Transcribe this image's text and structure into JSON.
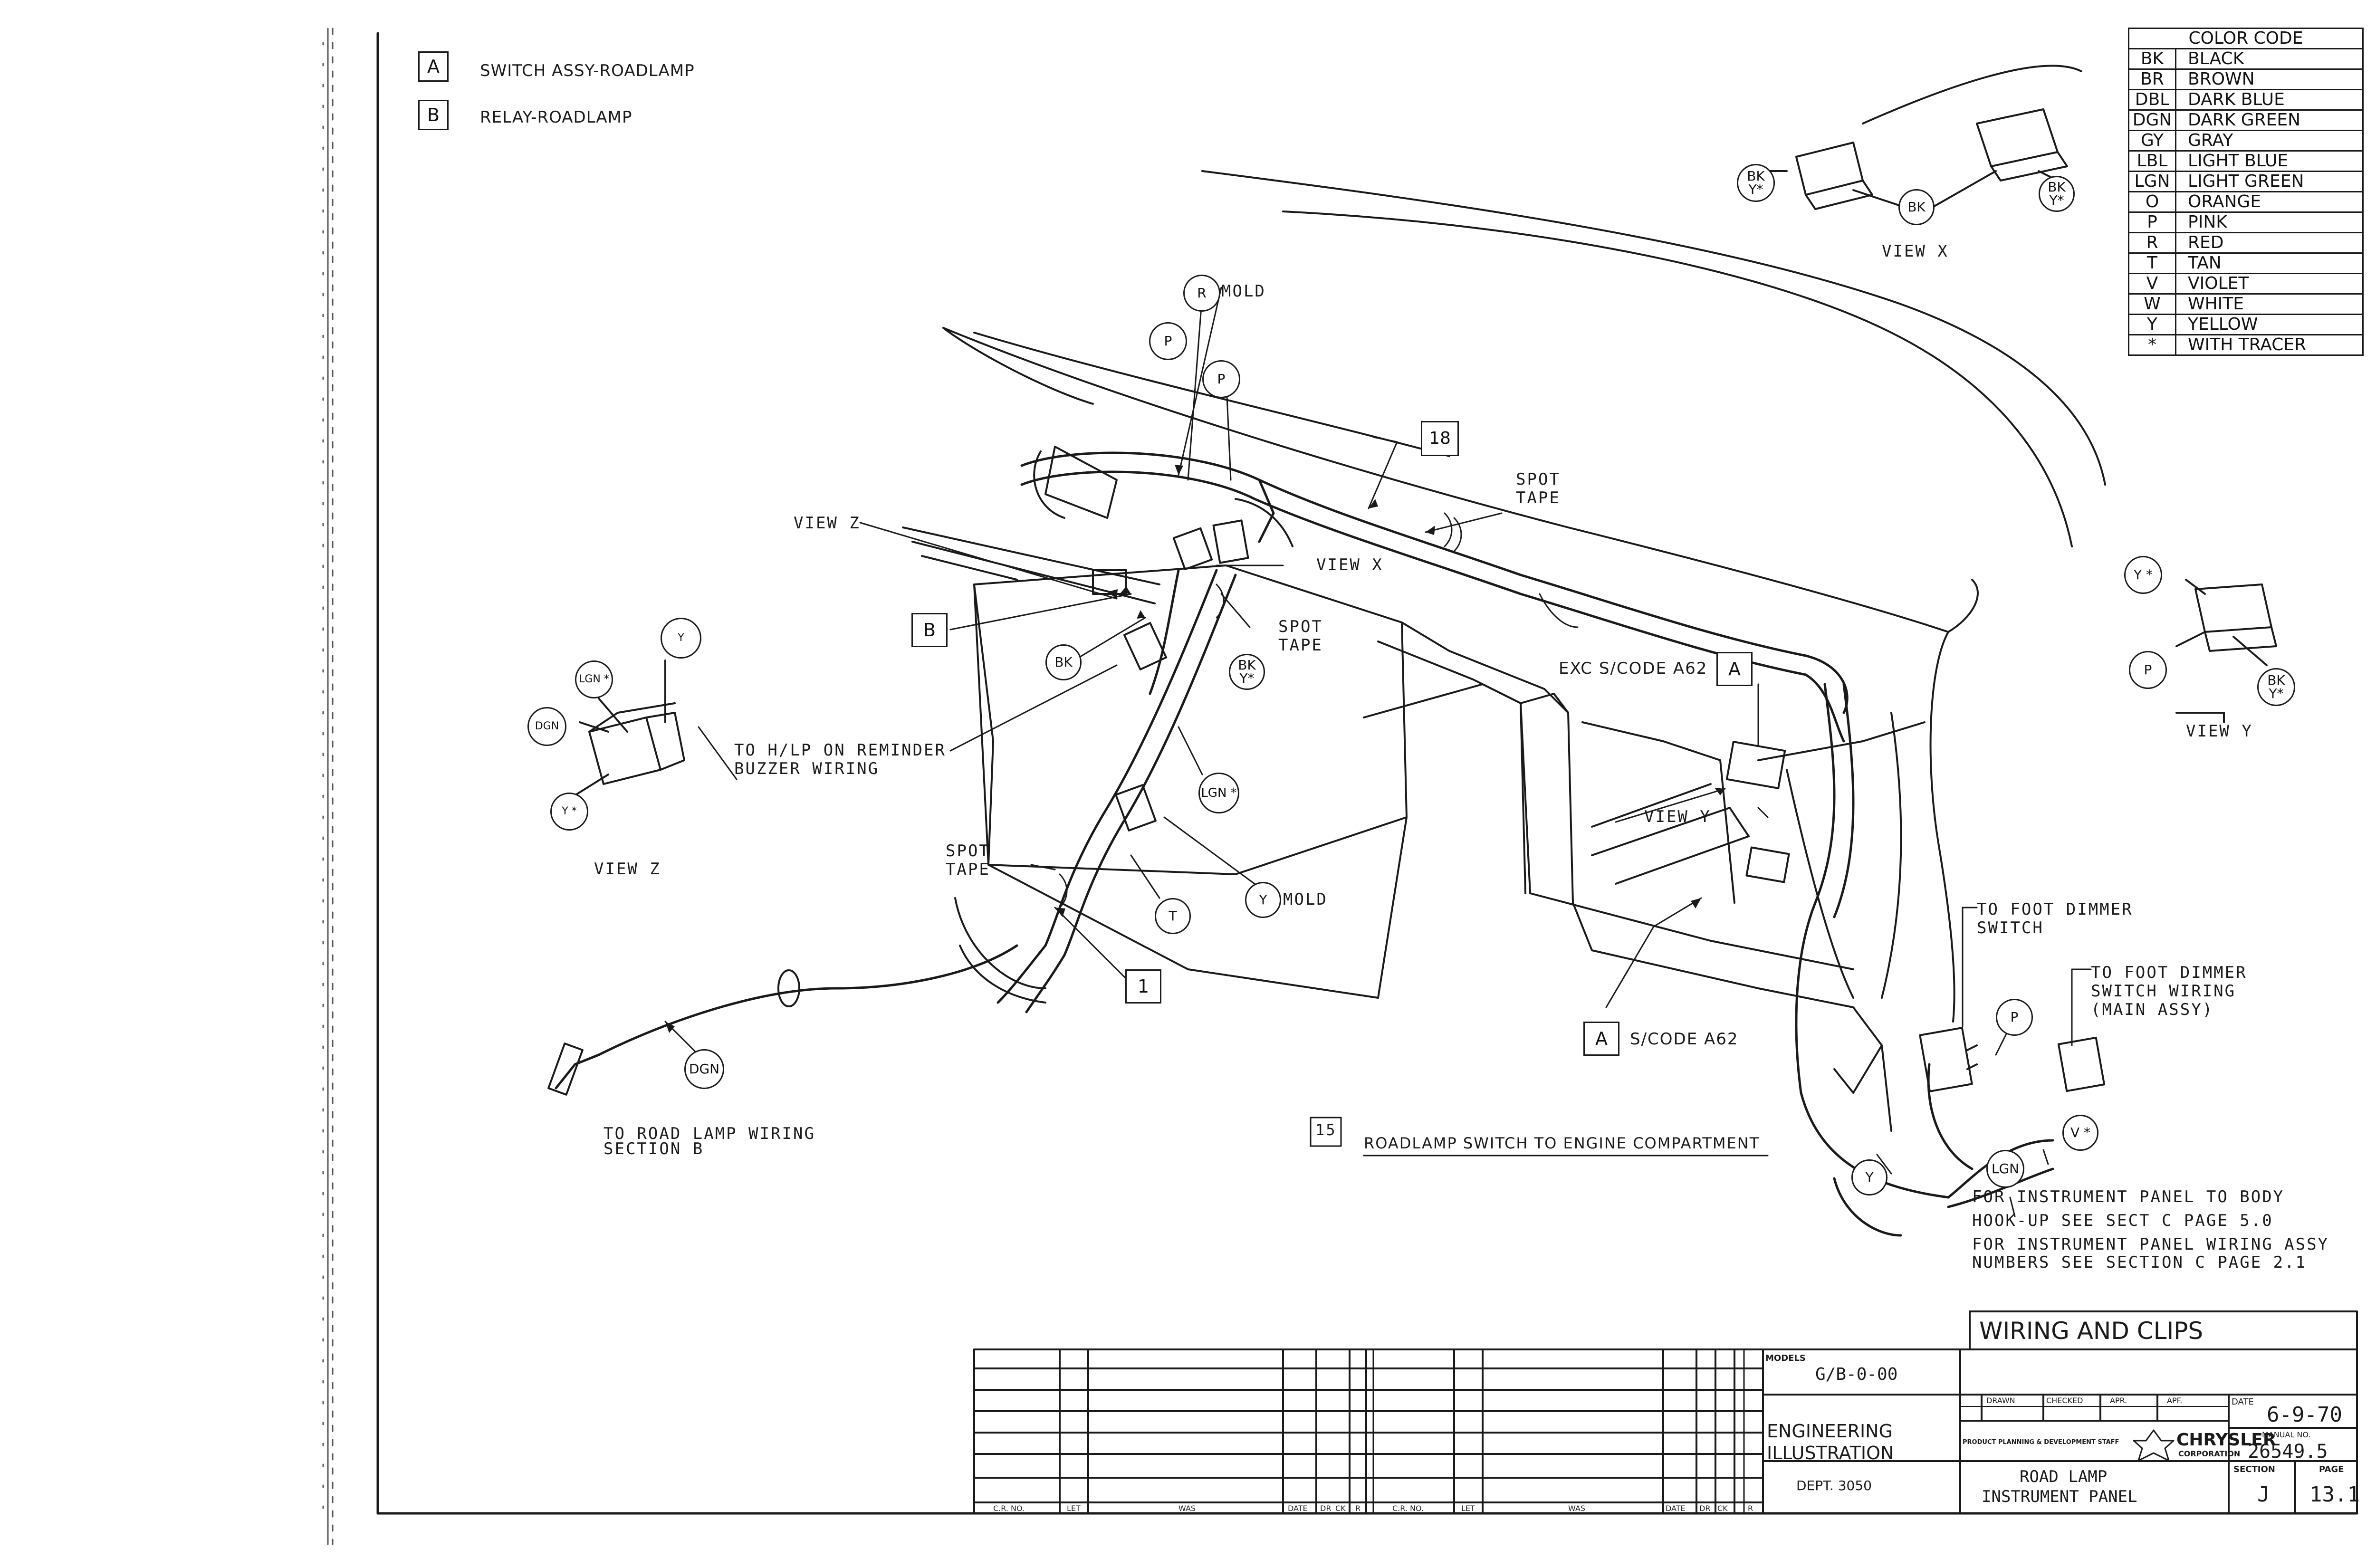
{
  "legend": {
    "items": [
      {
        "key": "A",
        "text": "SWITCH ASSY-ROADLAMP"
      },
      {
        "key": "B",
        "text": "RELAY-ROADLAMP"
      }
    ]
  },
  "color_code": {
    "title": "COLOR CODE",
    "rows": [
      {
        "code": "BK",
        "name": "BLACK"
      },
      {
        "code": "BR",
        "name": "BROWN"
      },
      {
        "code": "DBL",
        "name": "DARK BLUE"
      },
      {
        "code": "DGN",
        "name": "DARK GREEN"
      },
      {
        "code": "GY",
        "name": "GRAY"
      },
      {
        "code": "LBL",
        "name": "LIGHT BLUE"
      },
      {
        "code": "LGN",
        "name": "LIGHT GREEN"
      },
      {
        "code": "O",
        "name": "ORANGE"
      },
      {
        "code": "P",
        "name": "PINK"
      },
      {
        "code": "R",
        "name": "RED"
      },
      {
        "code": "T",
        "name": "TAN"
      },
      {
        "code": "V",
        "name": "VIOLET"
      },
      {
        "code": "W",
        "name": "WHITE"
      },
      {
        "code": "Y",
        "name": "YELLOW"
      },
      {
        "code": "*",
        "name": "WITH TRACER"
      }
    ]
  },
  "views": {
    "x": "VIEW X",
    "y": "VIEW Y",
    "z": "VIEW Z",
    "z_callout": "VIEW Z",
    "x_callout": "VIEW X",
    "y_callout": "VIEW Y"
  },
  "wires": {
    "r": "R",
    "p": "P",
    "bk": "BK",
    "bk_y_tracer": "BK Y*",
    "y_tracer": "Y *",
    "lgn": "LGN",
    "lgn_tracer": "LGN *",
    "dgn": "DGN",
    "y": "Y",
    "v_tracer": "V *",
    "t": "T"
  },
  "callouts": {
    "mold": "MOLD",
    "spot_tape": "SPOT TAPE",
    "num_18": "18",
    "num_1": "1",
    "key_a": "A",
    "key_b": "B",
    "exc_scode": "EXC S/CODE A62",
    "scode": "S/CODE A62",
    "to_hlp": "TO H/LP ON REMINDER BUZZER WIRING",
    "to_road_lamp": "TO ROAD LAMP WIRING SECTION B",
    "to_foot_dimmer": "TO FOOT DIMMER SWITCH",
    "to_foot_dimmer_wiring": "TO FOOT DIMMER SWITCH WIRING (MAIN ASSY)",
    "roadlamp_note_num": "15",
    "roadlamp_note": "ROADLAMP SWITCH TO ENGINE COMPARTMENT"
  },
  "notes": {
    "line1": "FOR INSTRUMENT PANEL TO BODY",
    "line2": "HOOK-UP SEE SECT C PAGE 5.0",
    "line3": "FOR INSTRUMENT PANEL WIRING ASSY",
    "line4": "NUMBERS SEE SECTION C PAGE 2.1"
  },
  "title_block": {
    "title": "WIRING AND CLIPS",
    "models_label": "MODELS",
    "models_value": "G/B-0-00",
    "eng_line1": "ENGINEERING",
    "eng_line2": "ILLUSTRATION",
    "dept": "DEPT. 3050",
    "drawn": "DRAWN",
    "checked": "CHECKED",
    "apr": "APR.",
    "apf": "APF.",
    "date_label": "DATE",
    "date_value": "6-9-70",
    "ppd": "PRODUCT PLANNING & DEVELOPMENT STAFF",
    "company_1": "CHRYSLER",
    "company_2": "CORPORATION",
    "manual_label": "MANUAL NO.",
    "manual_value": "26549.5",
    "desc_1": "ROAD LAMP",
    "desc_2": "INSTRUMENT PANEL",
    "section_label": "SECTION",
    "page_label": "PAGE",
    "section_value": "J",
    "page_value": "13.1",
    "rev_cols": [
      "C.R. NO.",
      "LET",
      "WAS",
      "DATE",
      "DR",
      "CK",
      "R",
      "C.R. NO.",
      "LET",
      "WAS",
      "DATE",
      "DR",
      "CK",
      "R"
    ]
  }
}
